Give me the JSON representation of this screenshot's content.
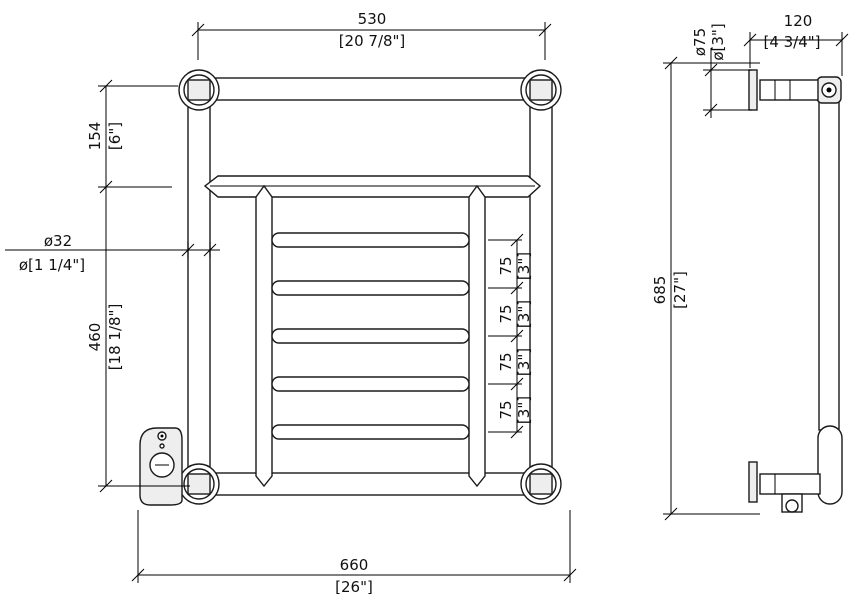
{
  "dimensions": {
    "top_width": {
      "mm": "530",
      "in": "[20 7/8\"]"
    },
    "overall_width": {
      "mm": "660",
      "in": "[26\"]"
    },
    "top_offset": {
      "mm": "154",
      "in": "[6\"]"
    },
    "height": {
      "mm": "460",
      "in": "[18 1/8\"]"
    },
    "tube_diameter": {
      "mm": "ø32",
      "in": "ø[1 1/4\"]"
    },
    "bar_spacing": [
      {
        "mm": "75",
        "in": "[3\"]"
      },
      {
        "mm": "75",
        "in": "[3\"]"
      },
      {
        "mm": "75",
        "in": "[3\"]"
      },
      {
        "mm": "75",
        "in": "[3\"]"
      }
    ],
    "side_height": {
      "mm": "685",
      "in": "[27\"]"
    },
    "flange_diameter": {
      "mm": "ø75",
      "in": "ø[3\"]"
    },
    "projection": {
      "mm": "120",
      "in": "[4 3/4\"]"
    }
  }
}
